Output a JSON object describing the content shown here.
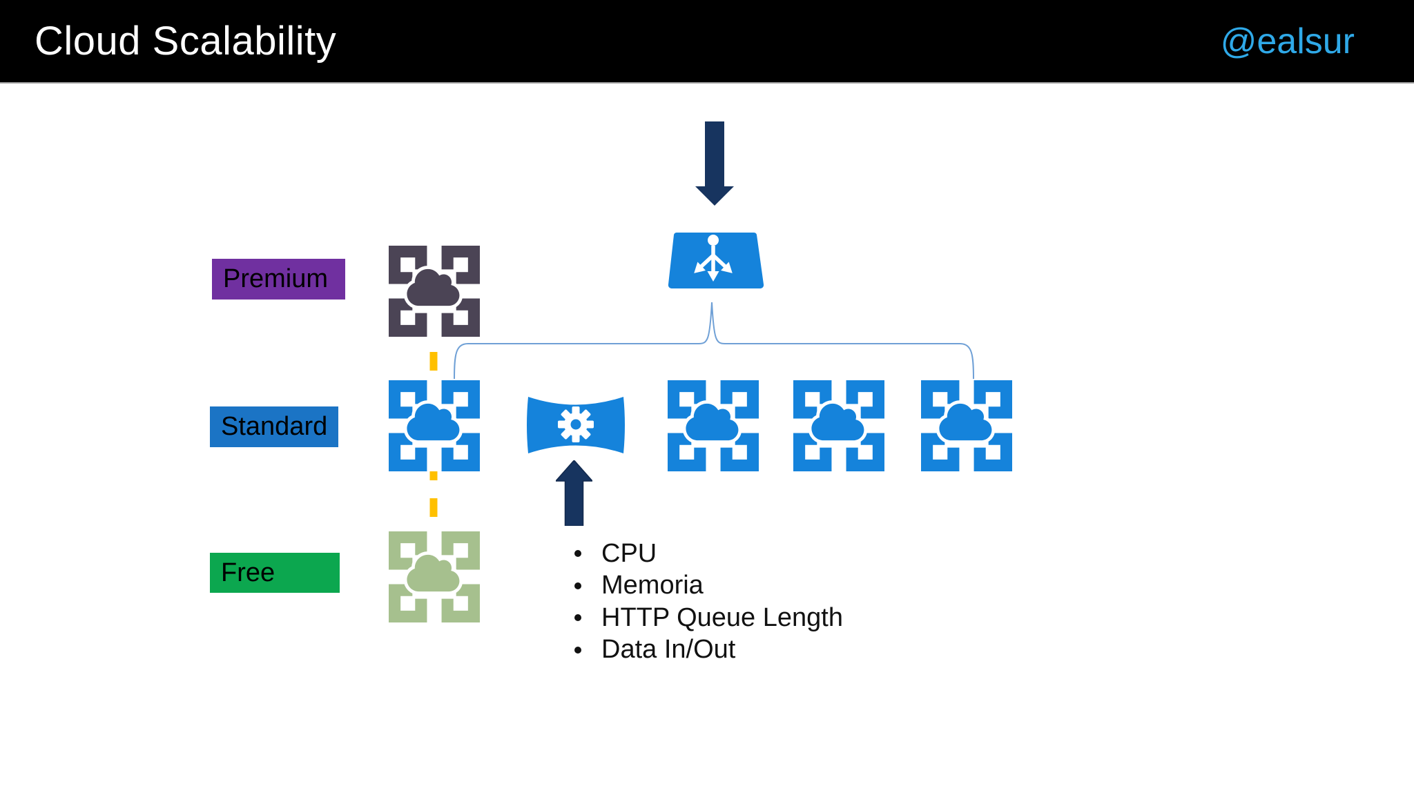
{
  "header": {
    "title": "Cloud Scalability",
    "handle": "@ealsur"
  },
  "tiers": [
    {
      "label": "Premium",
      "fill": "#7030A0",
      "icon_color": "#4B4455",
      "instances": 1
    },
    {
      "label": "Standard",
      "fill": "#1B74C5",
      "icon_color": "#1583DB",
      "instances": 4
    },
    {
      "label": "Free",
      "fill": "#0CA74F",
      "icon_color": "#A6C08E",
      "instances": 1
    }
  ],
  "metrics": {
    "items": [
      "CPU",
      "Memoria",
      "HTTP Queue Length",
      "Data In/Out"
    ]
  },
  "icons": {
    "tier_instance": "app-service-cloud-icon",
    "load_balancer": "load-balancer-icon",
    "autoscale": "autoscale-gear-icon",
    "traffic_in": "down-arrow-icon",
    "metrics_feed": "up-arrow-icon",
    "bullet": "dot"
  },
  "colors": {
    "slide_bg": "#FFFFFF",
    "header_bg": "#000000",
    "header_rule": "#9B9B9B",
    "title_text": "#FFFFFF",
    "handle_text": "#2FA9E8",
    "label_text": "#000000",
    "premium_fill": "#7030A0",
    "standard_fill": "#1B74C5",
    "free_fill": "#0CA74F",
    "premium_icon": "#4B4455",
    "standard_icon": "#1583DB",
    "free_icon": "#A6C08E",
    "arrow_navy": "#17345F",
    "connector_blue": "#6FA0D6",
    "dash_yellow": "#FFC000"
  }
}
